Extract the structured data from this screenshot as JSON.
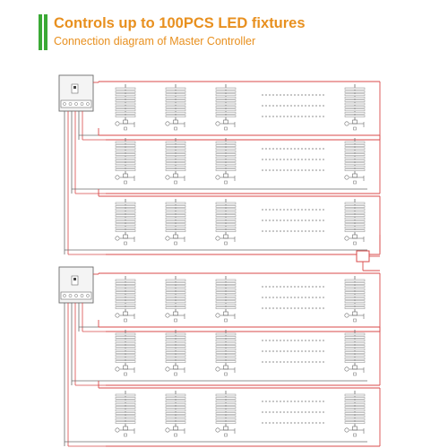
{
  "header": {
    "title": "Controls up to 100PCS LED fixtures",
    "subtitle": "Connection diagram of Master Controller"
  },
  "diagram": {
    "controller_groups": 2,
    "rows_per_group": 3,
    "fixtures_per_row_drawn": 4,
    "colors": {
      "accent_green": "#3aa935",
      "title_orange": "#e8901f",
      "wire_red": "#d94a4a",
      "line_gray": "#6b6b6b",
      "fixture_gray": "#9a9a9a"
    }
  }
}
